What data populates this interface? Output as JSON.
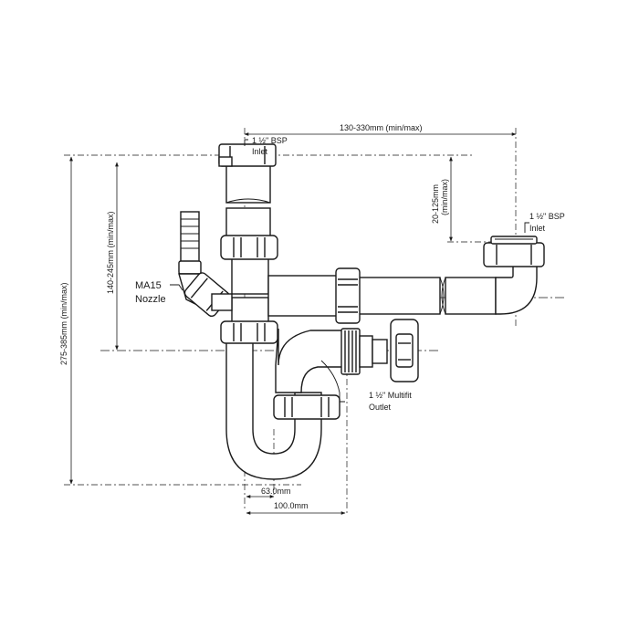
{
  "labels": {
    "inlet_top_line1": "1 ½\" BSP",
    "inlet_top_line2": "Inlet",
    "inlet_right_line1": "1 ½\" BSP",
    "inlet_right_line2": "Inlet",
    "nozzle_line1": "MA15",
    "nozzle_line2": "Nozzle",
    "outlet_line1": "1 ½\" Multifit",
    "outlet_line2": "Outlet"
  },
  "dimensions": {
    "top_width": "130-330mm (min/max)",
    "right_drop": "20-125mm",
    "right_drop_unit": "(min/max)",
    "overall_height": "275-385mm (min/max)",
    "inner_height": "140-245mm (min/max)",
    "trap_width_inner": "63.0mm",
    "trap_width_outer": "100.0mm"
  },
  "colors": {
    "line": "#1a1a1a",
    "background": "#ffffff"
  }
}
